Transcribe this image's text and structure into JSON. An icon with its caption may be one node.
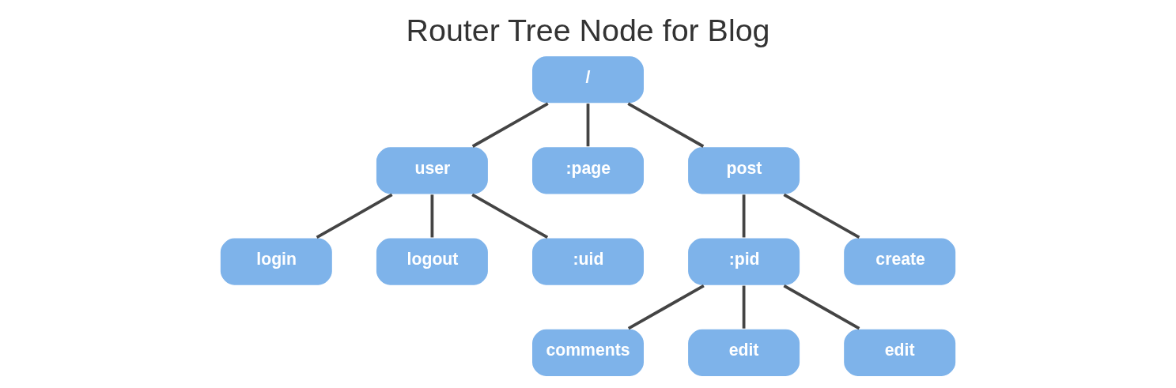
{
  "diagram": {
    "title": "Router Tree Node for Blog",
    "nodes": [
      {
        "text": [
          "/"
        ]
      },
      {
        "text": [
          "user"
        ]
      },
      {
        "text": [
          ":page"
        ]
      },
      {
        "text": [
          "post"
        ]
      },
      {
        "text": [
          "login"
        ]
      },
      {
        "text": [
          "logout"
        ]
      },
      {
        "text": [
          ":uid"
        ]
      },
      {
        "text": [
          ":pid"
        ]
      },
      {
        "text": [
          "create"
        ]
      },
      {
        "text": [
          "comments"
        ]
      },
      {
        "text": [
          "edit"
        ]
      },
      {
        "text": [
          "edit"
        ]
      }
    ],
    "edges": [
      {
        "from": 0,
        "to": 1,
        "arrow": "none"
      },
      {
        "from": 0,
        "to": 2,
        "arrow": "none"
      },
      {
        "from": 0,
        "to": 3,
        "arrow": "none"
      },
      {
        "from": 1,
        "to": 4,
        "arrow": "none"
      },
      {
        "from": 1,
        "to": 5,
        "arrow": "none"
      },
      {
        "from": 1,
        "to": 6,
        "arrow": "none"
      },
      {
        "from": 3,
        "to": 7,
        "arrow": "none"
      },
      {
        "from": 3,
        "to": 8,
        "arrow": "none"
      },
      {
        "from": 7,
        "to": 9,
        "arrow": "none"
      },
      {
        "from": 7,
        "to": 10,
        "arrow": "none"
      },
      {
        "from": 7,
        "to": 11,
        "arrow": "none"
      }
    ]
  }
}
